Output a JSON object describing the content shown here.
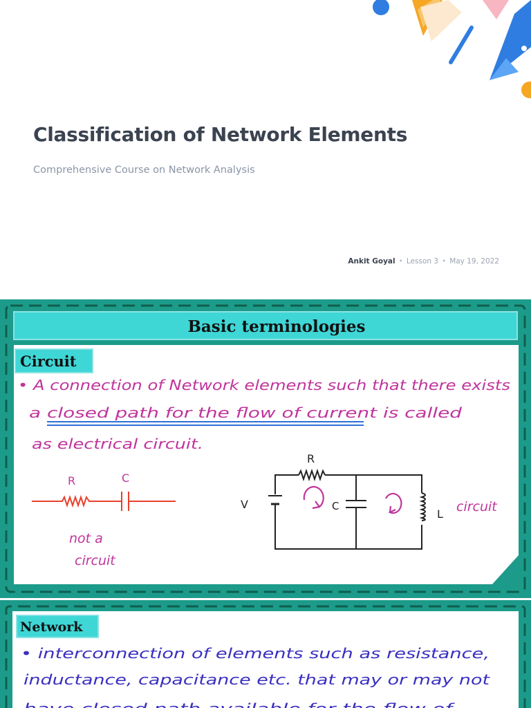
{
  "cover": {
    "title": "Classification of Network Elements",
    "subtitle": "Comprehensive Course on Network Analysis",
    "author": "Ankit Goyal",
    "separator": "•",
    "lesson": "Lesson 3",
    "date": "May 19, 2022"
  },
  "slide1": {
    "heading": "Basic terminologies",
    "section_label": "Circuit",
    "text_lines": [
      "• A connection of Network elements such that there exists",
      "a closed path for the flow of current is called",
      "as electrical circuit."
    ],
    "not_circuit_diagram": {
      "label_r": "R",
      "label_c": "C",
      "caption_line1": "not a",
      "caption_line2": "circuit"
    },
    "circuit_diagram": {
      "label_r": "R",
      "label_v": "V",
      "label_c": "C",
      "label_l": "L",
      "caption": "circuit"
    }
  },
  "slide2": {
    "section_label": "Network",
    "text_lines": [
      "• interconnection of elements such as resistance,",
      "inductance, capacitance etc. that may or may not",
      "have closed path available for the flow of"
    ]
  },
  "colors": {
    "slide_border": "#1d9b8a",
    "heading_band": "#3fd6d6",
    "handwriting": "#c0349b",
    "underline": "#2f6fd6",
    "wire_red": "#e8412c",
    "ink_blue": "#3a2fc0"
  }
}
